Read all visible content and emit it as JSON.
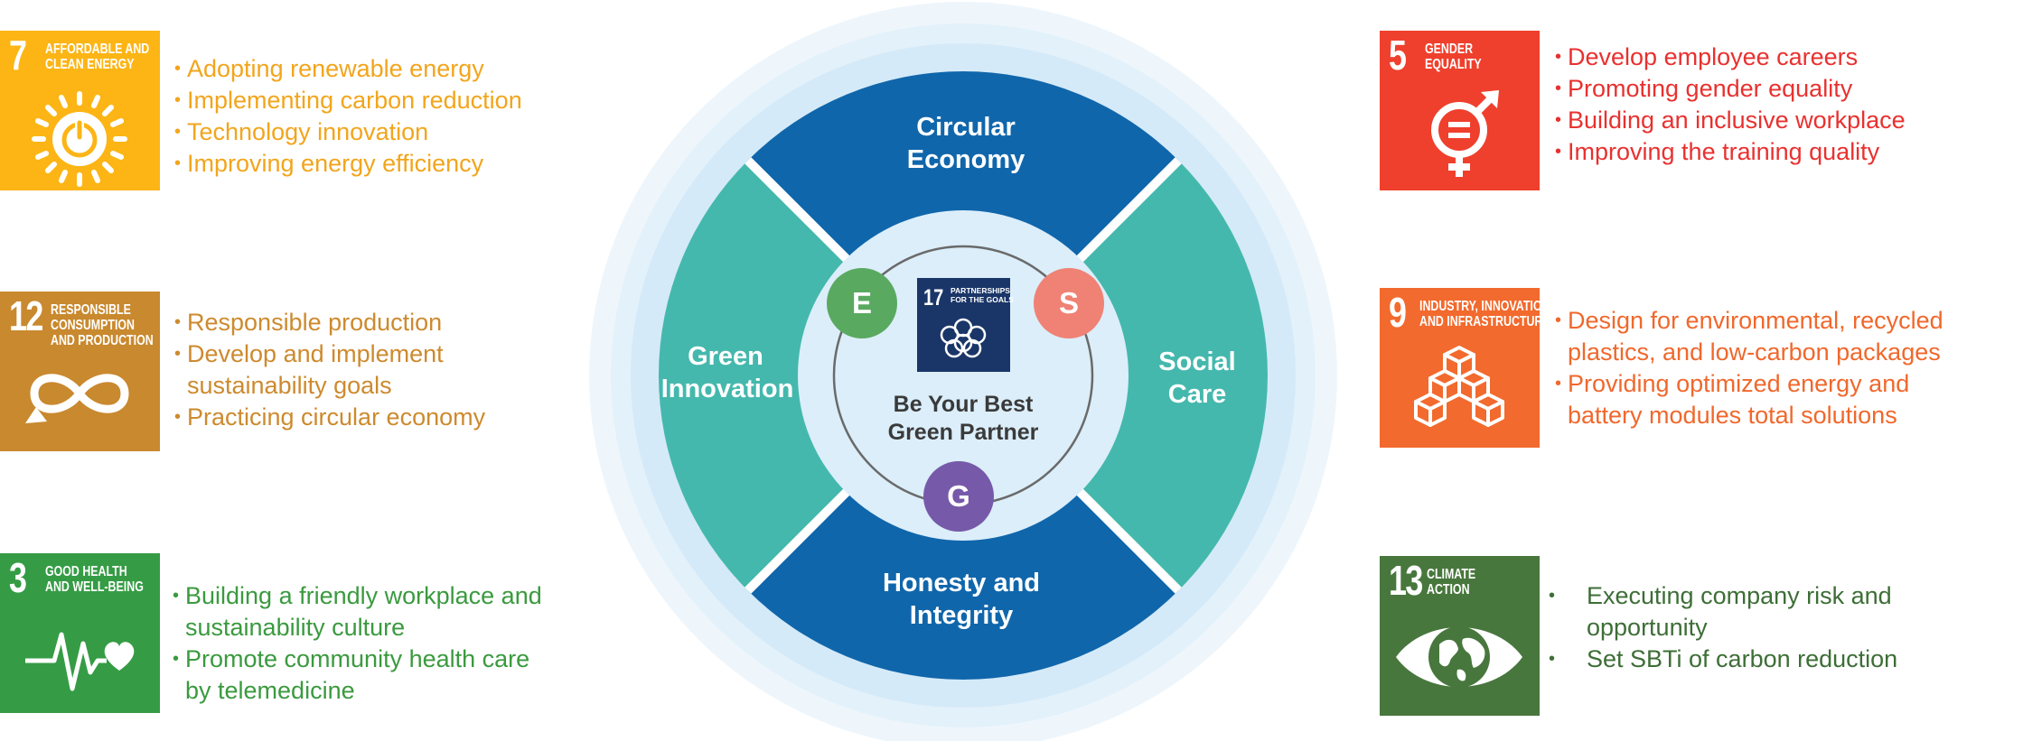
{
  "center": {
    "title_line1": "Be Your Best",
    "title_line2": "Green Partner",
    "badge_number": "17",
    "badge_title_line1": "PARTNERSHIPS",
    "badge_title_line2": "FOR THE GOALS",
    "letters": {
      "e": "E",
      "s": "S",
      "g": "G"
    }
  },
  "segments": {
    "top_line1": "Circular",
    "top_line2": "Economy",
    "left_line1": "Green",
    "left_line2": "Innovation",
    "right_line1": "Social",
    "right_line2": "Care",
    "bottom_line1": "Honesty and",
    "bottom_line2": "Integrity"
  },
  "colors": {
    "dark_blue": "#1066ab",
    "teal": "#45b8ad",
    "light_ring": "#d6ebf8",
    "sdg7": "#fcb515",
    "sdg12": "#c9892e",
    "sdg3": "#359c45",
    "sdg5": "#ef402d",
    "sdg9": "#f26a2d",
    "sdg13": "#48773d",
    "text7": "#f2a51c",
    "text12": "#cd8a2e",
    "text3": "#3a9a3e",
    "text5": "#e8312f",
    "text9": "#f0682c",
    "text13": "#3d6e36",
    "e_circle": "#5aa960",
    "s_circle": "#ef8274",
    "g_circle": "#7659a8"
  },
  "sdg7": {
    "number": "7",
    "title_line1": "AFFORDABLE AND",
    "title_line2": "CLEAN ENERGY",
    "icon": "sun-power-icon",
    "items": [
      "Adopting renewable energy",
      "Implementing carbon reduction",
      "Technology innovation",
      "Improving energy efficiency"
    ]
  },
  "sdg12": {
    "number": "12",
    "title_line1": "RESPONSIBLE",
    "title_line2": "CONSUMPTION",
    "title_line3": "AND PRODUCTION",
    "icon": "infinity-icon",
    "items": [
      "Responsible production",
      "Develop and implement",
      "sustainability goals",
      "Practicing circular economy"
    ]
  },
  "sdg3": {
    "number": "3",
    "title_line1": "GOOD HEALTH",
    "title_line2": "AND WELL-BEING",
    "icon": "heartbeat-icon",
    "items": [
      "Building a friendly workplace and",
      "sustainability culture",
      "Promote community health care",
      "by telemedicine"
    ]
  },
  "sdg5": {
    "number": "5",
    "title_line1": "GENDER",
    "title_line2": "EQUALITY",
    "icon": "gender-equality-icon",
    "items": [
      "Develop employee careers",
      "Promoting gender equality",
      "Building an inclusive workplace",
      "Improving the training quality"
    ]
  },
  "sdg9": {
    "number": "9",
    "title_line1": "INDUSTRY, INNOVATION",
    "title_line2": "AND INFRASTRUCTURE",
    "icon": "cubes-icon",
    "items": [
      "Design for environmental, recycled",
      "plastics, and low-carbon packages",
      "Providing optimized energy and",
      "battery modules total solutions"
    ]
  },
  "sdg13": {
    "number": "13",
    "title_line1": "CLIMATE",
    "title_line2": "ACTION",
    "icon": "eye-earth-icon",
    "items": [
      "Executing company risk and",
      "opportunity",
      "Set SBTi of carbon reduction"
    ]
  }
}
